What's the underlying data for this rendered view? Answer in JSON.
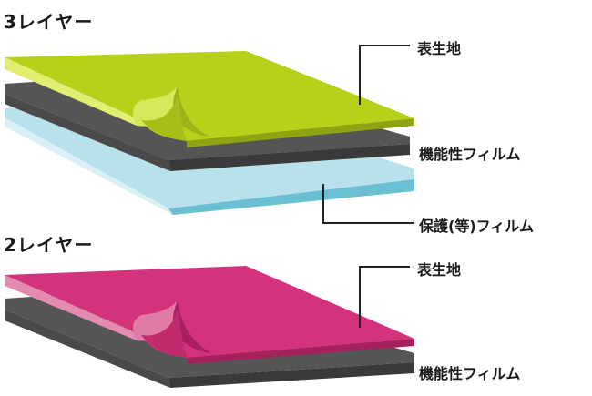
{
  "three_layer": {
    "heading": "3レイヤー",
    "labels": {
      "face_fabric": "表生地",
      "functional_film": "機能性フィルム",
      "protective_film": "保護(等)フィルム"
    },
    "colors": {
      "face_fabric": "#b9d21c",
      "functional_film": "#464646",
      "protective_film": "#a8d9e6"
    }
  },
  "two_layer": {
    "heading": "2レイヤー",
    "labels": {
      "face_fabric": "表生地",
      "functional_film": "機能性フィルム"
    },
    "colors": {
      "face_fabric": "#d6327a",
      "functional_film": "#464646"
    }
  }
}
